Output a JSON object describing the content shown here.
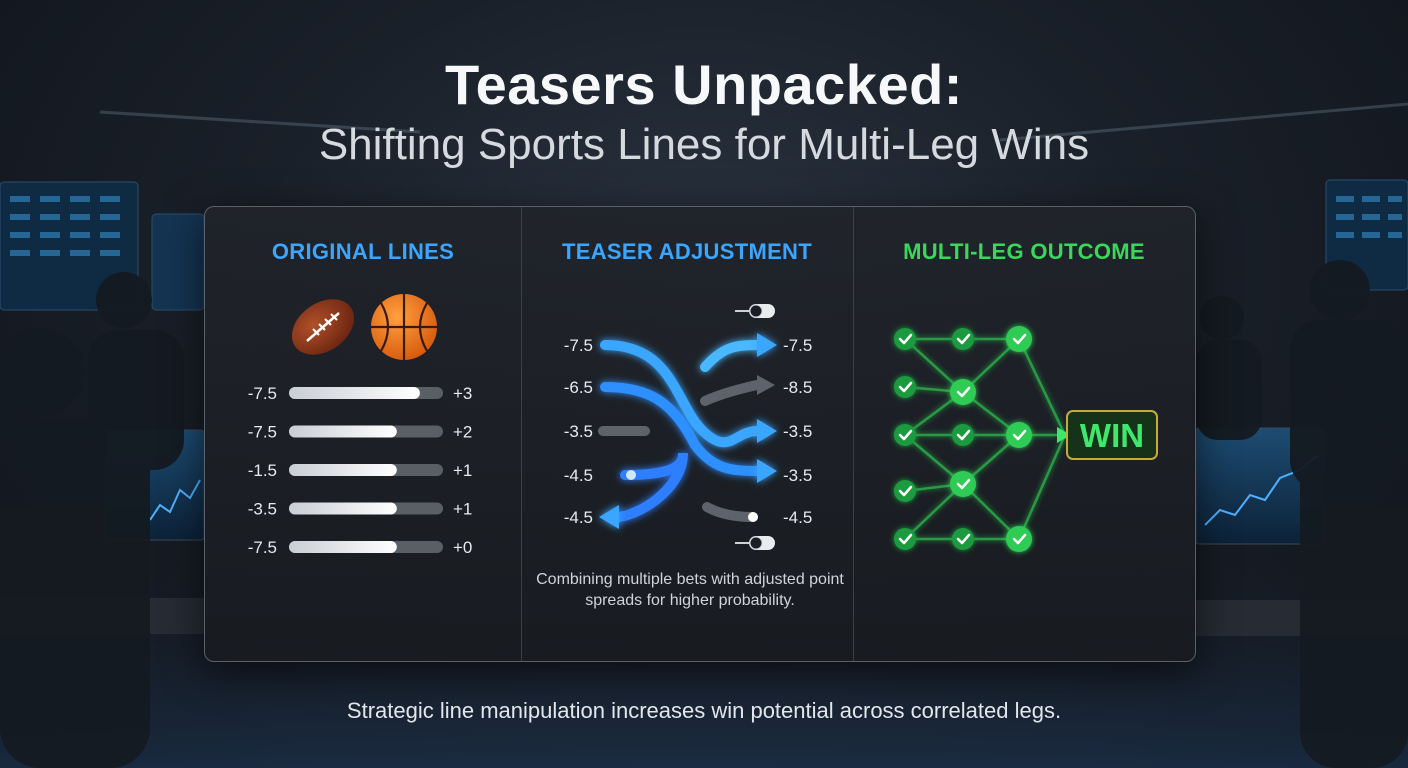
{
  "header": {
    "title": "Teasers Unpacked:",
    "subtitle": "Shifting Sports Lines for Multi-Leg Wins"
  },
  "columns": {
    "original": {
      "heading": "ORIGINAL LINES",
      "heading_color": "#3aa6ff",
      "icons": [
        "american-football-icon",
        "basketball-icon"
      ],
      "rows": [
        {
          "left": "-7.5",
          "right": "+3",
          "fill": 0.85
        },
        {
          "left": "-7.5",
          "right": "+2",
          "fill": 0.7
        },
        {
          "left": "-1.5",
          "right": "+1",
          "fill": 0.7
        },
        {
          "left": "-3.5",
          "right": "+1",
          "fill": 0.7
        },
        {
          "left": "-7.5",
          "right": "+0",
          "fill": 0.7
        }
      ]
    },
    "teaser": {
      "heading": "TEASER ADJUSTMENT",
      "heading_color": "#3aa6ff",
      "left_values": [
        "-7.5",
        "-6.5",
        "-3.5",
        "-4.5",
        "-4.5"
      ],
      "right_values": [
        "-7.5",
        "-8.5",
        "-3.5",
        "-3.5",
        "-4.5"
      ],
      "description": "Combining multiple bets with adjusted point spreads for higher probability."
    },
    "outcome": {
      "heading": "MULTI-LEG OUTCOME",
      "heading_color": "#39d75a",
      "result_label": "WIN",
      "result_color": "#3ee86a",
      "result_border": "#c9a93a"
    }
  },
  "footer": {
    "text": "Strategic line manipulation increases win potential across correlated legs."
  }
}
